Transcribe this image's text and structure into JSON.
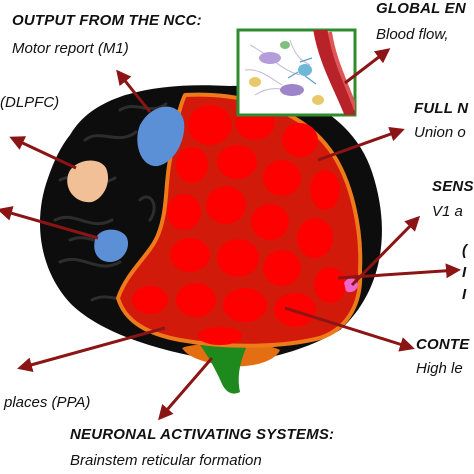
{
  "labels": {
    "output_title": "OUTPUT FROM THE NCC:",
    "output_sub": "Motor report (M1)",
    "global_title": "GLOBAL EN",
    "global_sub": "Blood flow,",
    "full_title": "FULL N",
    "full_sub": "Union o",
    "sens_title": "SENS",
    "sens_sub": "V1 a",
    "cont_title": "CONTE",
    "cont_sub": "High le",
    "dlpfc": "(DLPFC)",
    "ppa": "places (PPA)",
    "nas_title": "NEURONAL ACTIVATING SYSTEMS:",
    "nas_sub": "Brainstem reticular formation",
    "right_frag_1": "(",
    "right_frag_2": "I",
    "right_frag_3": "I"
  },
  "colors": {
    "brain_dark": "#0d0d0d",
    "brain_fold": "#2d2d2d",
    "ncc_fill": "#d11a0a",
    "ncc_blob": "#ff0000",
    "ncc_border": "#ee7a1a",
    "motor_blue": "#5b8fd6",
    "dlpfc_peach": "#f2c096",
    "brainstem_green": "#1e8a1e",
    "sensory_pink": "#ee66cc",
    "arrow": "#8b1414",
    "inset_border": "#2e8b2e"
  }
}
